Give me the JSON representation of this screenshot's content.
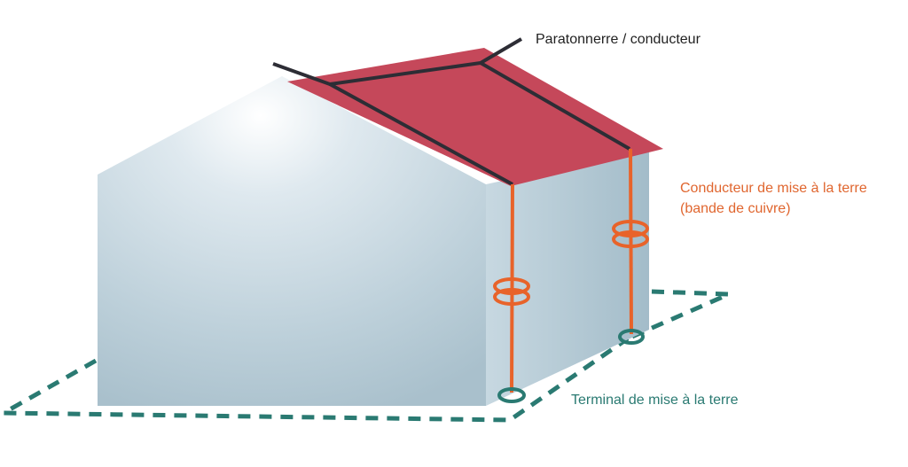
{
  "labels": {
    "lightning_rod": "Paratonnerre / conducteur",
    "ground_conductor_line1": "Conducteur de mise à la terre",
    "ground_conductor_line2": "(bande de cuivre)",
    "ground_terminal": "Terminal de mise à la terre"
  },
  "colors": {
    "roof": "#c5485a",
    "wall_front": "#c3d3dc",
    "wall_side": "#a9c2ce",
    "conductor": "#2d2d35",
    "ground_strip": "#e8632a",
    "ground_loop": "#2a7a72",
    "text_dark": "#222222",
    "text_orange": "#e0662f",
    "text_teal": "#2a7a72"
  }
}
